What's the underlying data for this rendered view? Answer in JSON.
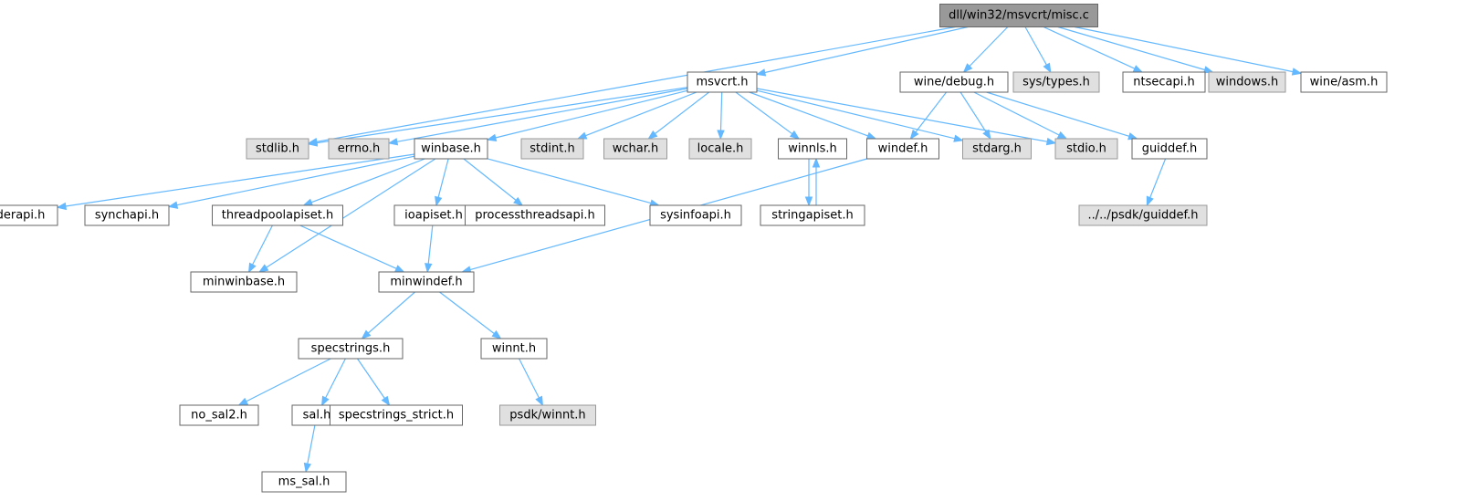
{
  "graph": {
    "title": "dll/win32/msvcrt/misc.c include dependency graph",
    "colors": {
      "edge": "#63b8ff",
      "root_fill": "#999999",
      "missing_fill": "#e0e0e0",
      "node_border": "#666666"
    },
    "nodes": [
      {
        "id": "misc",
        "label": "dll/win32/msvcrt/misc.c",
        "kind": "root"
      },
      {
        "id": "msvcrt",
        "label": "msvcrt.h",
        "kind": "plain"
      },
      {
        "id": "winedebug",
        "label": "wine/debug.h",
        "kind": "plain"
      },
      {
        "id": "systypes",
        "label": "sys/types.h",
        "kind": "missing"
      },
      {
        "id": "ntsecapi",
        "label": "ntsecapi.h",
        "kind": "plain"
      },
      {
        "id": "windows",
        "label": "windows.h",
        "kind": "missing"
      },
      {
        "id": "wineasm",
        "label": "wine/asm.h",
        "kind": "plain"
      },
      {
        "id": "stdlib",
        "label": "stdlib.h",
        "kind": "missing"
      },
      {
        "id": "errno",
        "label": "errno.h",
        "kind": "missing"
      },
      {
        "id": "winbase",
        "label": "winbase.h",
        "kind": "plain"
      },
      {
        "id": "stdint",
        "label": "stdint.h",
        "kind": "missing"
      },
      {
        "id": "wchar",
        "label": "wchar.h",
        "kind": "missing"
      },
      {
        "id": "locale",
        "label": "locale.h",
        "kind": "missing"
      },
      {
        "id": "winnls",
        "label": "winnls.h",
        "kind": "plain"
      },
      {
        "id": "windef",
        "label": "windef.h",
        "kind": "plain"
      },
      {
        "id": "stdarg",
        "label": "stdarg.h",
        "kind": "missing"
      },
      {
        "id": "stdio",
        "label": "stdio.h",
        "kind": "missing"
      },
      {
        "id": "guiddef",
        "label": "guiddef.h",
        "kind": "plain"
      },
      {
        "id": "libloaderapi",
        "label": "libloaderapi.h",
        "kind": "plain"
      },
      {
        "id": "synchapi",
        "label": "synchapi.h",
        "kind": "plain"
      },
      {
        "id": "threadpoolapiset",
        "label": "threadpoolapiset.h",
        "kind": "plain"
      },
      {
        "id": "ioapiset",
        "label": "ioapiset.h",
        "kind": "plain"
      },
      {
        "id": "processthreadsapi",
        "label": "processthreadsapi.h",
        "kind": "plain"
      },
      {
        "id": "sysinfoapi",
        "label": "sysinfoapi.h",
        "kind": "plain"
      },
      {
        "id": "stringapiset",
        "label": "stringapiset.h",
        "kind": "plain"
      },
      {
        "id": "psdkguiddef",
        "label": "../../psdk/guiddef.h",
        "kind": "missing"
      },
      {
        "id": "minwinbase",
        "label": "minwinbase.h",
        "kind": "plain"
      },
      {
        "id": "minwindef",
        "label": "minwindef.h",
        "kind": "plain"
      },
      {
        "id": "specstrings",
        "label": "specstrings.h",
        "kind": "plain"
      },
      {
        "id": "winnt",
        "label": "winnt.h",
        "kind": "plain"
      },
      {
        "id": "nosal2",
        "label": "no_sal2.h",
        "kind": "plain"
      },
      {
        "id": "sal",
        "label": "sal.h",
        "kind": "plain"
      },
      {
        "id": "specstringsstrict",
        "label": "specstrings_strict.h",
        "kind": "plain"
      },
      {
        "id": "psdkwinnt",
        "label": "psdk/winnt.h",
        "kind": "missing"
      },
      {
        "id": "mssal",
        "label": "ms_sal.h",
        "kind": "plain"
      }
    ],
    "edges": [
      [
        "misc",
        "msvcrt"
      ],
      [
        "misc",
        "winedebug"
      ],
      [
        "misc",
        "systypes"
      ],
      [
        "misc",
        "ntsecapi"
      ],
      [
        "misc",
        "windows"
      ],
      [
        "misc",
        "wineasm"
      ],
      [
        "misc",
        "stdlib"
      ],
      [
        "msvcrt",
        "stdlib"
      ],
      [
        "msvcrt",
        "errno"
      ],
      [
        "msvcrt",
        "winbase"
      ],
      [
        "msvcrt",
        "stdint"
      ],
      [
        "msvcrt",
        "wchar"
      ],
      [
        "msvcrt",
        "locale"
      ],
      [
        "msvcrt",
        "winnls"
      ],
      [
        "msvcrt",
        "windef"
      ],
      [
        "msvcrt",
        "stdarg"
      ],
      [
        "msvcrt",
        "stdio"
      ],
      [
        "winedebug",
        "windef"
      ],
      [
        "winedebug",
        "stdarg"
      ],
      [
        "winedebug",
        "stdio"
      ],
      [
        "winedebug",
        "guiddef"
      ],
      [
        "guiddef",
        "psdkguiddef"
      ],
      [
        "winbase",
        "libloaderapi"
      ],
      [
        "winbase",
        "synchapi"
      ],
      [
        "winbase",
        "threadpoolapiset"
      ],
      [
        "winbase",
        "ioapiset"
      ],
      [
        "winbase",
        "processthreadsapi"
      ],
      [
        "winbase",
        "sysinfoapi"
      ],
      [
        "winbase",
        "minwinbase"
      ],
      [
        "threadpoolapiset",
        "minwinbase"
      ],
      [
        "threadpoolapiset",
        "minwindef"
      ],
      [
        "ioapiset",
        "minwindef"
      ],
      [
        "winnls",
        "stringapiset"
      ],
      [
        "stringapiset",
        "winnls"
      ],
      [
        "windef",
        "minwindef"
      ],
      [
        "minwindef",
        "specstrings"
      ],
      [
        "minwindef",
        "winnt"
      ],
      [
        "specstrings",
        "nosal2"
      ],
      [
        "specstrings",
        "sal"
      ],
      [
        "specstrings",
        "specstringsstrict"
      ],
      [
        "sal",
        "mssal"
      ],
      [
        "winnt",
        "psdkwinnt"
      ]
    ]
  }
}
